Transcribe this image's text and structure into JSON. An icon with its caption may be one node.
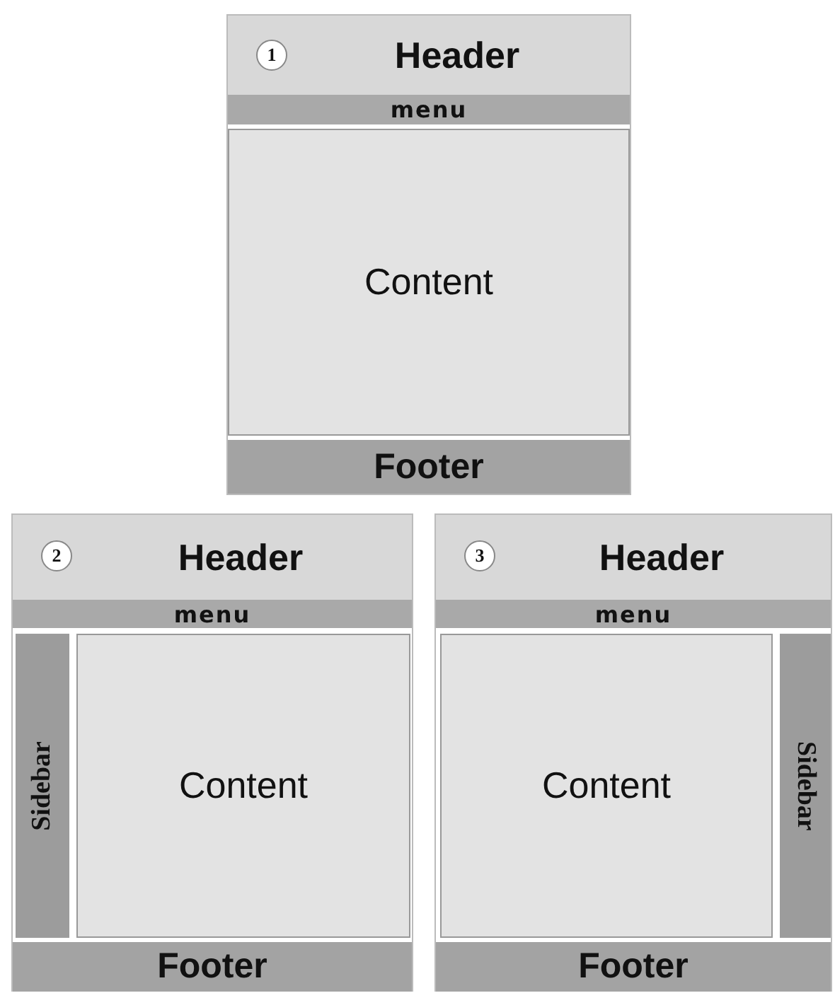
{
  "diagram": {
    "nodes": [
      {
        "text": [],
        "shape": "box"
      },
      {
        "text": [
          "Header"
        ],
        "in": 0
      },
      {
        "text": [
          "1"
        ],
        "in": 1
      },
      {
        "text": [
          "menu"
        ],
        "in": 0
      },
      {
        "text": [
          "Content"
        ],
        "in": 0
      },
      {
        "text": [
          "Footer"
        ],
        "in": 0
      },
      {
        "text": [],
        "shape": "box"
      },
      {
        "text": [
          "Header"
        ],
        "in": 6
      },
      {
        "text": [
          "2"
        ],
        "in": 7
      },
      {
        "text": [
          "menu"
        ],
        "in": 6
      },
      {
        "text": [
          "Sidebar"
        ],
        "in": 6
      },
      {
        "text": [
          "Content"
        ],
        "in": 6
      },
      {
        "text": [
          "Footer"
        ],
        "in": 6
      },
      {
        "text": [],
        "shape": "box"
      },
      {
        "text": [
          "Header"
        ],
        "in": 13
      },
      {
        "text": [
          "3"
        ],
        "in": 14
      },
      {
        "text": [
          "menu"
        ],
        "in": 13
      },
      {
        "text": [
          "Content"
        ],
        "in": 13
      },
      {
        "text": [
          "Sidebar"
        ],
        "in": 13
      },
      {
        "text": [
          "Footer"
        ],
        "in": 13
      }
    ]
  }
}
